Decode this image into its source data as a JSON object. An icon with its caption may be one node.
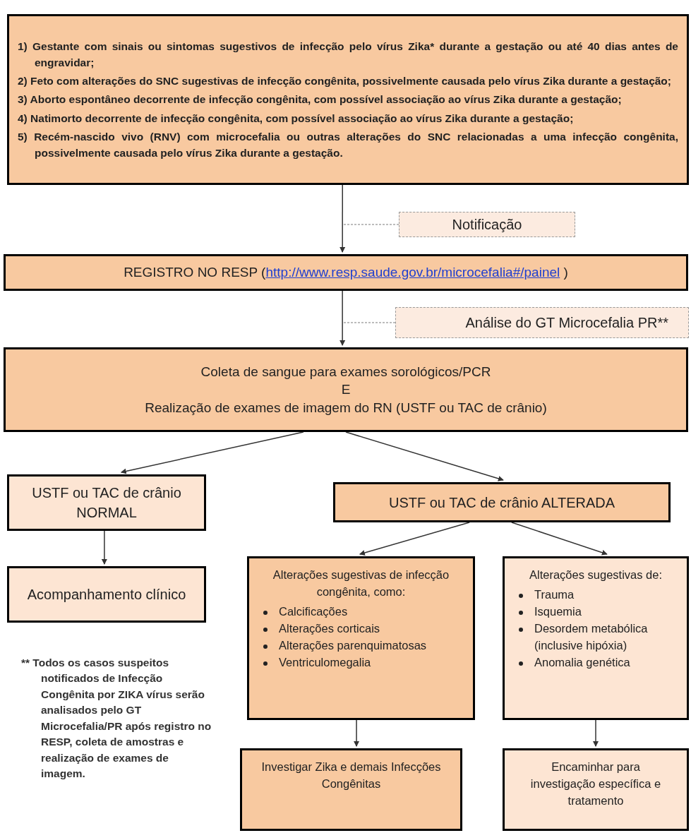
{
  "diagram": {
    "nodes": [
      {
        "text": [
          "1) Gestante com sinais ou sintomas sugestivos de infecção pelo vírus Zika* durante a gestação ou até 40 dias antes de engravidar;",
          "2) Feto com alterações do SNC sugestivas de infecção congênita, possivelmente causada pelo vírus Zika durante a gestação;",
          "3) Aborto espontâneo decorrente de infecção congênita, com possível associação ao vírus Zika durante a gestação;",
          "4) Natimorto decorrente de infecção congênita, com possível associação ao vírus Zika durante a gestação;",
          "5) Recém-nascido vivo (RNV) com microcefalia ou outras alterações do SNC relacionadas a uma infecção congênita, possivelmente causada pelo vírus Zika durante a gestação."
        ]
      },
      {
        "text": [
          "Notificação"
        ]
      },
      {
        "text": [
          "REGISTRO NO RESP (",
          "http://www.resp.saude.gov.br/microcefalia#/painel",
          " )"
        ]
      },
      {
        "text": [
          "Análise do GT Microcefalia PR**"
        ]
      },
      {
        "text": [
          "Coleta de sangue para exames sorológicos/PCR",
          "E",
          "Realização de exames de imagem do RN (USTF ou TAC de crânio)"
        ]
      },
      {
        "text": [
          "USTF ou TAC de crânio NORMAL"
        ]
      },
      {
        "text": [
          "USTF ou TAC de crânio ALTERADA"
        ]
      },
      {
        "text": [
          "Acompanhamento clínico"
        ]
      },
      {
        "text": [
          "Alterações sugestivas de infecção congênita, como:",
          "Calcificações",
          "Alterações corticais",
          "Alterações parenquimatosas",
          "Ventriculomegalia"
        ]
      },
      {
        "text": [
          "Alterações sugestivas de:",
          "Trauma",
          "Isquemia",
          "Desordem metabólica (inclusive hipóxia)",
          "Anomalia genética"
        ]
      },
      {
        "text": [
          "Investigar Zika e demais Infecções Congênitas"
        ]
      },
      {
        "text": [
          "Encaminhar para investigação específica e tratamento"
        ]
      }
    ],
    "edges": [
      {
        "from": 0,
        "to": 2,
        "arrow": "to"
      },
      {
        "from": 1,
        "to": null,
        "arrow": "none",
        "style": "dashed",
        "color": "#a6a6a6"
      },
      {
        "from": 2,
        "to": 4,
        "arrow": "to"
      },
      {
        "from": 3,
        "to": null,
        "arrow": "none",
        "style": "dashed",
        "color": "#a6a6a6"
      },
      {
        "from": 4,
        "to": 5,
        "arrow": "to"
      },
      {
        "from": 4,
        "to": 6,
        "arrow": "to"
      },
      {
        "from": 5,
        "to": 7,
        "arrow": "to"
      },
      {
        "from": 6,
        "to": 8,
        "arrow": "to"
      },
      {
        "from": 6,
        "to": 9,
        "arrow": "to"
      },
      {
        "from": 8,
        "to": 10,
        "arrow": "to"
      },
      {
        "from": 9,
        "to": 11,
        "arrow": "to"
      }
    ],
    "labels": [
      "** Todos os casos suspeitos notificados de Infecção Congênita por ZIKA vírus serão analisados pelo GT Microcefalia/PR após registro no RESP, coleta de amostras e realização de exames de imagem."
    ]
  }
}
